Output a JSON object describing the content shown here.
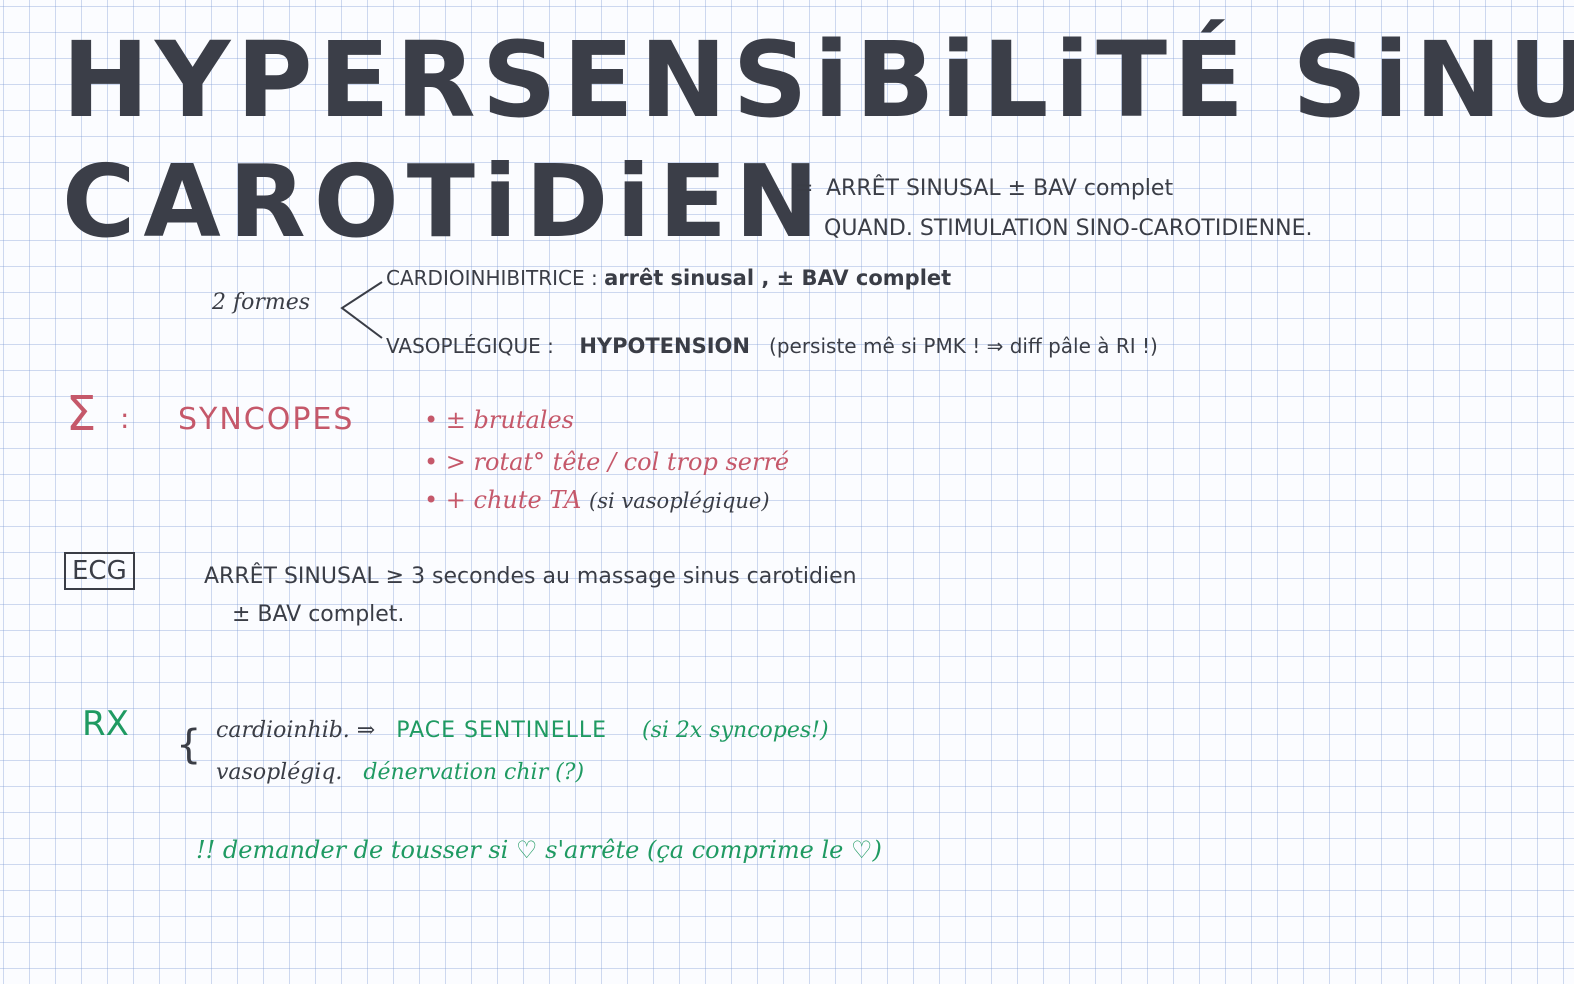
{
  "title": {
    "line1": "HYPERSENSiBiLiTÉ SiNUS",
    "line2": "CAROTiDiEN"
  },
  "definition": {
    "dash": "=",
    "line1": "ARRÊT SINUSAL ± BAV complet",
    "line2": "QUAND. STIMULATION SINO-CAROTIDIENNE."
  },
  "forms": {
    "label": "2 formes",
    "cardio_label": "CARDIOINHIBITRICE :",
    "cardio_value": "arrêt sinusal , ± BAV complet",
    "vaso_label": "VASOPLÉGIQUE :",
    "vaso_value": "HYPOTENSION",
    "vaso_note": "(persiste mê si PMK ! ⇒ diff pâle à RI !)"
  },
  "symptoms": {
    "sigma": "Σ",
    "colon": ":",
    "title": "SYNCOPES",
    "bullets": [
      {
        "text": "• ± brutales",
        "note": ""
      },
      {
        "text": "• > rotat° tête / col trop serré",
        "note": ""
      },
      {
        "text": "• + chute TA",
        "note": "(si vasoplégique)"
      }
    ]
  },
  "ecg": {
    "label": "ECG",
    "line1": "ARRÊT SINUSAL ≥ 3 secondes au massage sinus carotidien",
    "line2": "± BAV complet."
  },
  "treatment": {
    "label": "RX",
    "brace": "{",
    "cardio_label": "cardioinhib. ⇒",
    "cardio_value": "PACE SENTINELLE",
    "cardio_note": "(si 2x syncopes!)",
    "vaso_label": "vasoplégiq.",
    "vaso_value": "dénervation chir (?)",
    "note": "!! demander de tousser si ♡ s'arrête (ça comprime le ♡)"
  }
}
